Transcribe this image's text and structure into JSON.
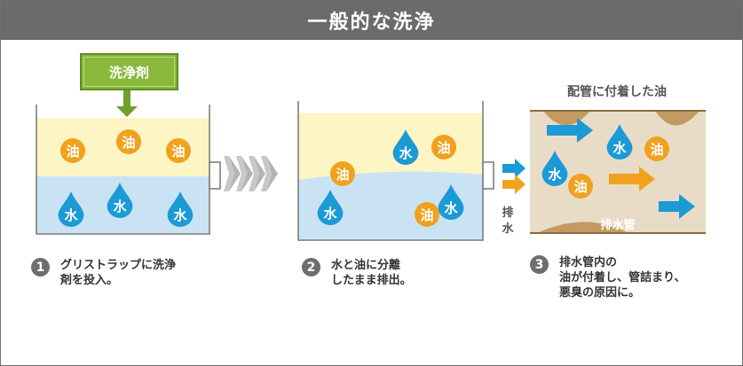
{
  "title": "一般的な洗浄",
  "detergent_label": "洗浄剤",
  "oil_char": "油",
  "water_char": "水",
  "drain_out_label_line1": "排",
  "drain_out_label_line2": "水",
  "pipe_oil_label": "配管に付着した油",
  "drain_pipe_label": "排水管",
  "steps": [
    {
      "num": "1",
      "line1": "グリストラップに洗浄",
      "line2": "剤を投入。",
      "line3": ""
    },
    {
      "num": "2",
      "line1": "水と油に分離",
      "line2": "したまま排出。",
      "line3": ""
    },
    {
      "num": "3",
      "line1": "排水管内の",
      "line2": "油が付着し、管詰まり、",
      "line3": "悪臭の原因に。"
    }
  ],
  "colors": {
    "oil_layer": "#fdf5c3",
    "water_layer": "#c9e3f5",
    "oil_badge": "#f0a21e",
    "water_drop": "#1b9ad6",
    "detergent": "#8ab83b",
    "pipe_bg": "#e9dcc7",
    "pipe_deposit": "#c49a63",
    "header": "#6b6b6b"
  }
}
